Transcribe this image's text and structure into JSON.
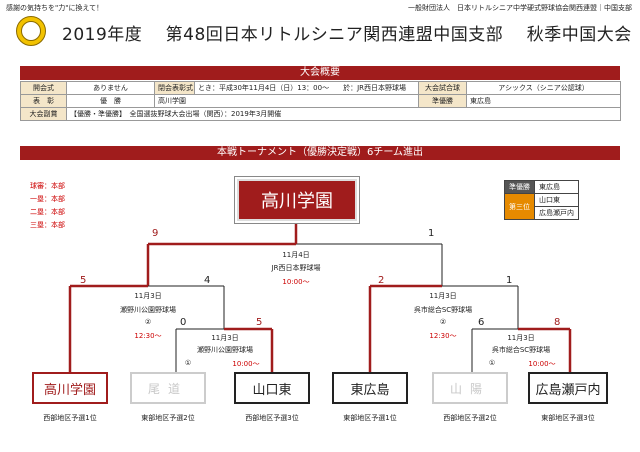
{
  "header": {
    "slogan": "感謝の気持ちを\"力\"に換えて！",
    "org": "一般財団法人　日本リトルシニア中学硬式野球協会関西連盟｜中国支部",
    "title": "2019年度　 第48回日本リトルシニア関西連盟中国支部　 秋季中国大会"
  },
  "info": {
    "bar": "大会概要",
    "open_label": "開会式",
    "open_value": "ありません",
    "close_label": "閉会表彰式",
    "close_value": "とき：平成30年11月4日（日）13：00～　　於：JR西日本野球場",
    "ball_label": "大会試合球",
    "ball_value": "アシックス（シニア公認球）",
    "award_label": "表　彰",
    "winner_label": "優　勝",
    "winner_value": "高川学園",
    "runner_label": "準優勝",
    "runner_value": "東広島",
    "extra_label": "大会副賞",
    "extra_value": "【優勝・準優勝】　全国選抜野球大会出場（関西）：2019年3月開催"
  },
  "tournament": {
    "bar": "本戦トーナメント（優勝決定戦）6チーム進出",
    "legend": [
      "球審：本部",
      "一塁：本部",
      "二塁：本部",
      "三塁：本部"
    ],
    "champion": "高川学園",
    "results": {
      "runner_label": "準優勝",
      "runner": "東広島",
      "third_label": "第三位",
      "third_1": "山口東",
      "third_2": "広島瀬戸内"
    },
    "final": {
      "date": "11月4日",
      "venue": "JR西日本野球場",
      "time": "10:00～",
      "score_left": "9",
      "score_right": "1"
    },
    "left_semi": {
      "date": "11月3日",
      "venue": "瀬野川公園野球場",
      "no": "②",
      "time": "12:30～",
      "score_left": "5",
      "score_right": "4"
    },
    "left_qf": {
      "date": "11月3日",
      "venue": "瀬野川公園野球場",
      "no": "①",
      "time": "10:00～",
      "score_left": "0",
      "score_right": "5"
    },
    "right_semi": {
      "date": "11月3日",
      "venue": "呉市総合SC野球場",
      "no": "②",
      "time": "12:30～",
      "score_left": "2",
      "score_right": "1"
    },
    "right_qf": {
      "date": "11月3日",
      "venue": "呉市総合SC野球場",
      "no": "①",
      "time": "10:00～",
      "score_left": "6",
      "score_right": "8"
    },
    "teams": [
      {
        "name": "高川学園",
        "seed": "西部地区予選1位"
      },
      {
        "name": "尾道",
        "seed": "東部地区予選2位"
      },
      {
        "name": "山口東",
        "seed": "西部地区予選3位"
      },
      {
        "name": "東広島",
        "seed": "東部地区予選1位"
      },
      {
        "name": "山陽",
        "seed": "西部地区予選2位"
      },
      {
        "name": "広島瀬戸内",
        "seed": "東部地区予選3位"
      }
    ],
    "colors": {
      "win": "#a01c1c",
      "lose": "#222222",
      "accent": "#a01c1c",
      "third": "#e68a00"
    }
  }
}
